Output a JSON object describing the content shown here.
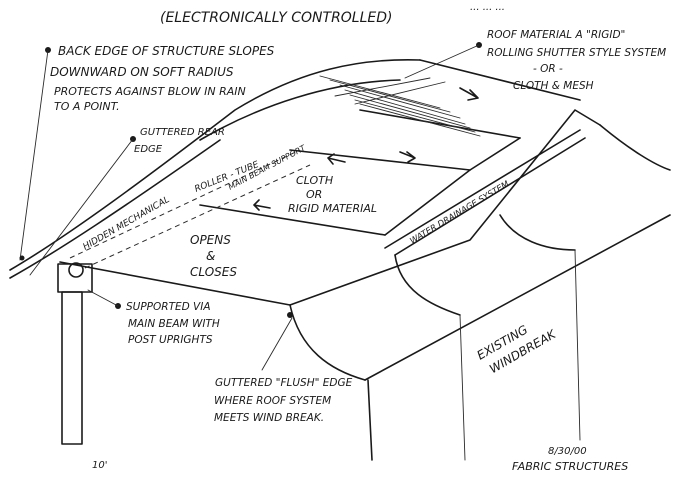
{
  "header": {
    "title": "(ELECTRONICALLY CONTROLLED)",
    "top_right_fragment": "... ... ..."
  },
  "notes": {
    "back_edge": [
      "BACK EDGE OF STRUCTURE SLOPES",
      "DOWNWARD ON SOFT RADIUS",
      "PROTECTS AGAINST BLOW IN RAIN",
      "TO A POINT."
    ],
    "guttered_rear": [
      "GUTTERED REAR",
      "EDGE"
    ],
    "roof_material": [
      "ROOF MATERIAL A \"RIGID\"",
      "ROLLING SHUTTER STYLE SYSTEM",
      "- OR -",
      "CLOTH & MESH"
    ],
    "supported": [
      "SUPPORTED VIA",
      "MAIN BEAM WITH",
      "POST UPRIGHTS"
    ],
    "guttered_flush": [
      "GUTTERED \"FLUSH\" EDGE",
      "WHERE ROOF SYSTEM",
      "MEETS WIND BREAK."
    ]
  },
  "labels": {
    "roller_tube": "ROLLER - TUBE",
    "main_beam": "MAIN BEAM SUPPORT",
    "hidden_mech": "HIDDEN MECHANICAL",
    "cloth_rigid": [
      "CLOTH",
      "OR",
      "RIGID MATERIAL"
    ],
    "opens_closes": [
      "OPENS",
      "&",
      "CLOSES"
    ],
    "water_drainage": "WATER DRAINAGE SYSTEM",
    "windbreak": [
      "EXISTING",
      "WINDBREAK"
    ]
  },
  "footer": {
    "date": "8/30/00",
    "signature": "FABRIC STRUCTURES",
    "scale_mark": "10'"
  },
  "colors": {
    "ink": "#1a1a1a",
    "paper": "#ffffff"
  }
}
